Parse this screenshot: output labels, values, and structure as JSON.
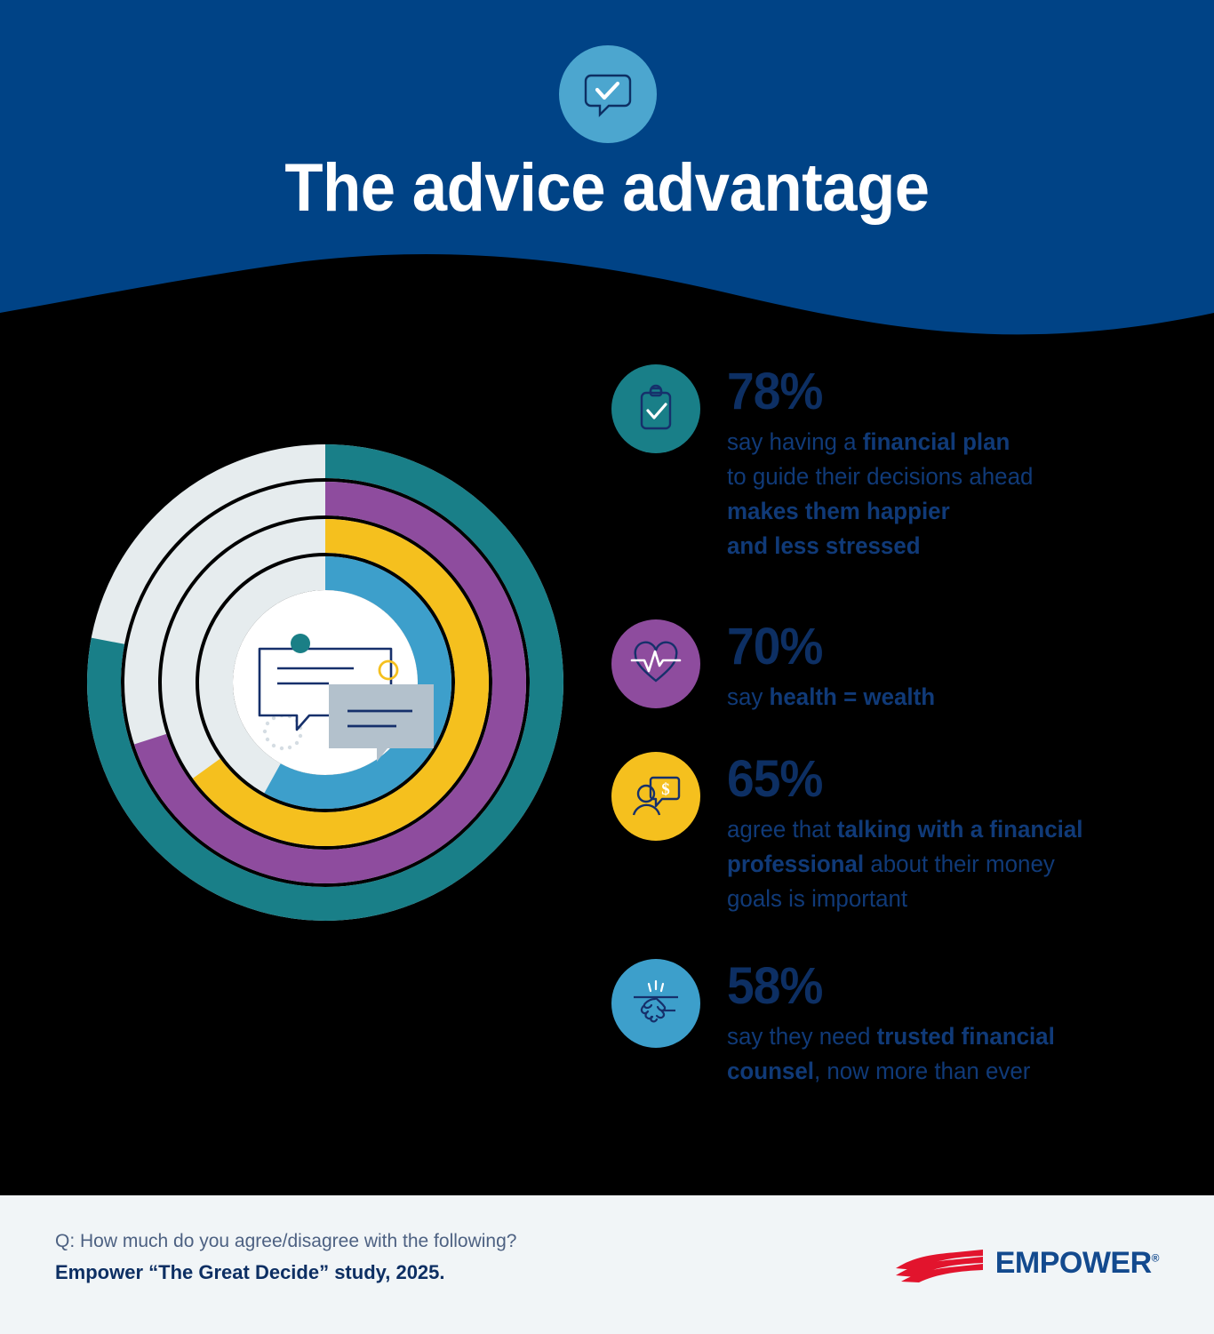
{
  "header": {
    "title": "The advice advantage",
    "icon": "speech-bubble-check-icon",
    "bg_color": "#004386",
    "icon_circle_color": "#4ca6cf"
  },
  "chart_data": {
    "type": "pie",
    "variant": "concentric-donut-rings",
    "title": "",
    "start_angle_deg": 0,
    "direction": "clockwise",
    "track_color": "#e6ecee",
    "center_illustration": "speech-bubbles-illustration",
    "categories": [
      "78%",
      "70%",
      "65%",
      "58%"
    ],
    "values": [
      78,
      70,
      65,
      58
    ],
    "series": [
      {
        "name": "financial plan makes them happier and less stressed",
        "value": 78,
        "color": "#197f88",
        "ring": "outer"
      },
      {
        "name": "health = wealth",
        "value": 70,
        "color": "#8e4c9e",
        "ring": "2"
      },
      {
        "name": "talking with a financial professional is important",
        "value": 65,
        "color": "#f5c01e",
        "ring": "3"
      },
      {
        "name": "need trusted financial counsel",
        "value": 58,
        "color": "#3d9fcb",
        "ring": "inner"
      }
    ]
  },
  "stats": [
    {
      "percent": "78%",
      "icon": "clipboard-check-icon",
      "color": "#197f88",
      "line1_plain": "say having a ",
      "line1_bold": "financial plan",
      "line2_plain": "to guide their decisions ahead",
      "line3_bold": "makes them happier",
      "line4_bold": "and less stressed"
    },
    {
      "percent": "70%",
      "icon": "heartbeat-icon",
      "color": "#8e4c9e",
      "line1_plain": "say ",
      "line1_bold": "health = wealth"
    },
    {
      "percent": "65%",
      "icon": "person-money-chat-icon",
      "color": "#f5c01e",
      "line1_plain": "agree that ",
      "line1_bold": "talking with a financial",
      "line2_bold": "professional",
      "line2_plain": " about their money",
      "line3_plain": "goals is important"
    },
    {
      "percent": "58%",
      "icon": "handshake-icon",
      "color": "#3d9fcb",
      "line1_plain": "say they need ",
      "line1_bold": "trusted financial",
      "line2_bold": "counsel",
      "line2_plain": ", now more than ever"
    }
  ],
  "footer": {
    "question": "Q: How much do you agree/disagree with the following?",
    "source": "Empower “The Great Decide” study, 2025.",
    "logo_text": "EMPOWER",
    "logo_registered": "®",
    "logo_wave_color": "#e2142d",
    "logo_word_color": "#134a8e",
    "bg_color": "#f1f5f7"
  }
}
